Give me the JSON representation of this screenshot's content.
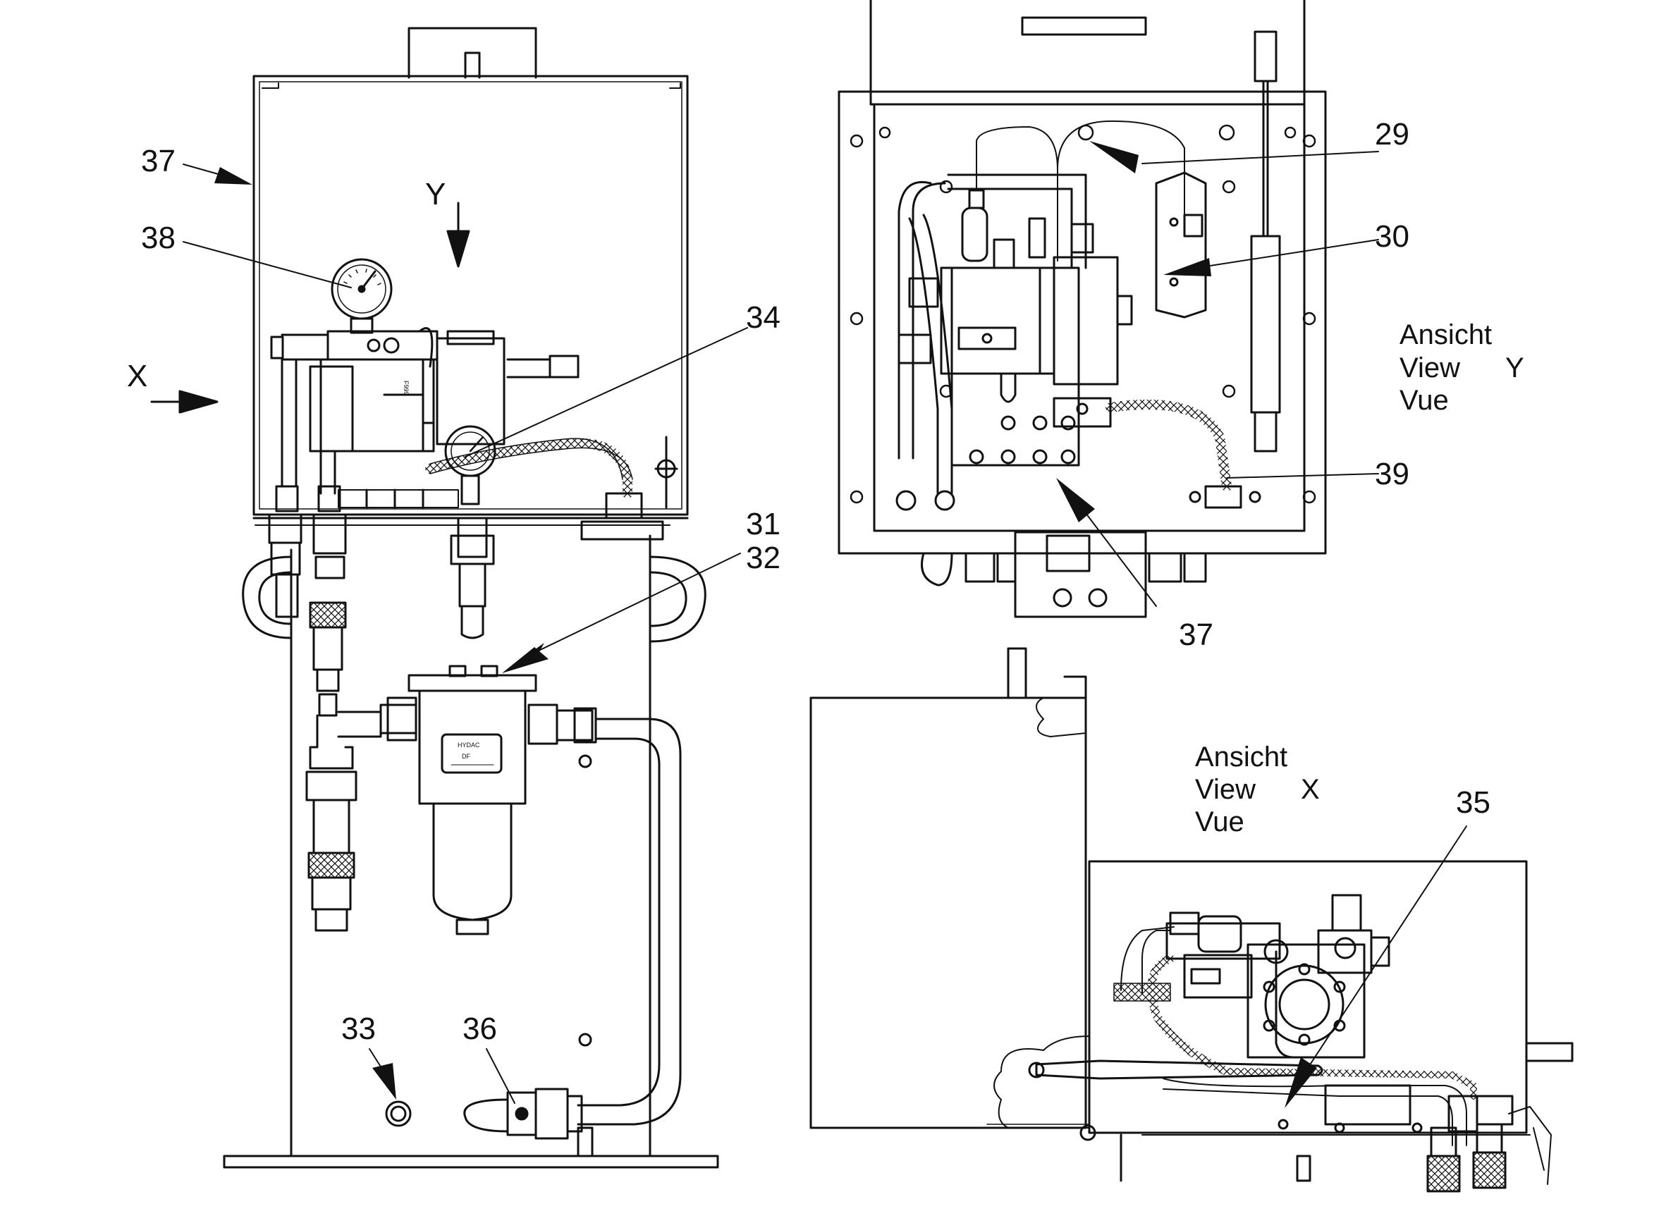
{
  "callouts": {
    "c29": "29",
    "c30": "30",
    "c31": "31",
    "c32": "32",
    "c33": "33",
    "c34": "34",
    "c35": "35",
    "c36": "36",
    "c37a": "37",
    "c37b": "37",
    "c38": "38",
    "c39": "39"
  },
  "view_arrows": {
    "x": "X",
    "y": "Y"
  },
  "view_y_label": {
    "line1": "Ansicht",
    "line2": "View",
    "letter": "Y",
    "line3": "Vue"
  },
  "view_x_label": {
    "line1": "Ansicht",
    "line2": "View",
    "letter": "X",
    "line3": "Vue"
  },
  "component_text": {
    "gauge_code": "F999",
    "filter_brand": "HYDAC",
    "filter_model": "DF"
  },
  "colors": {
    "line": "#111111",
    "background": "#ffffff"
  }
}
